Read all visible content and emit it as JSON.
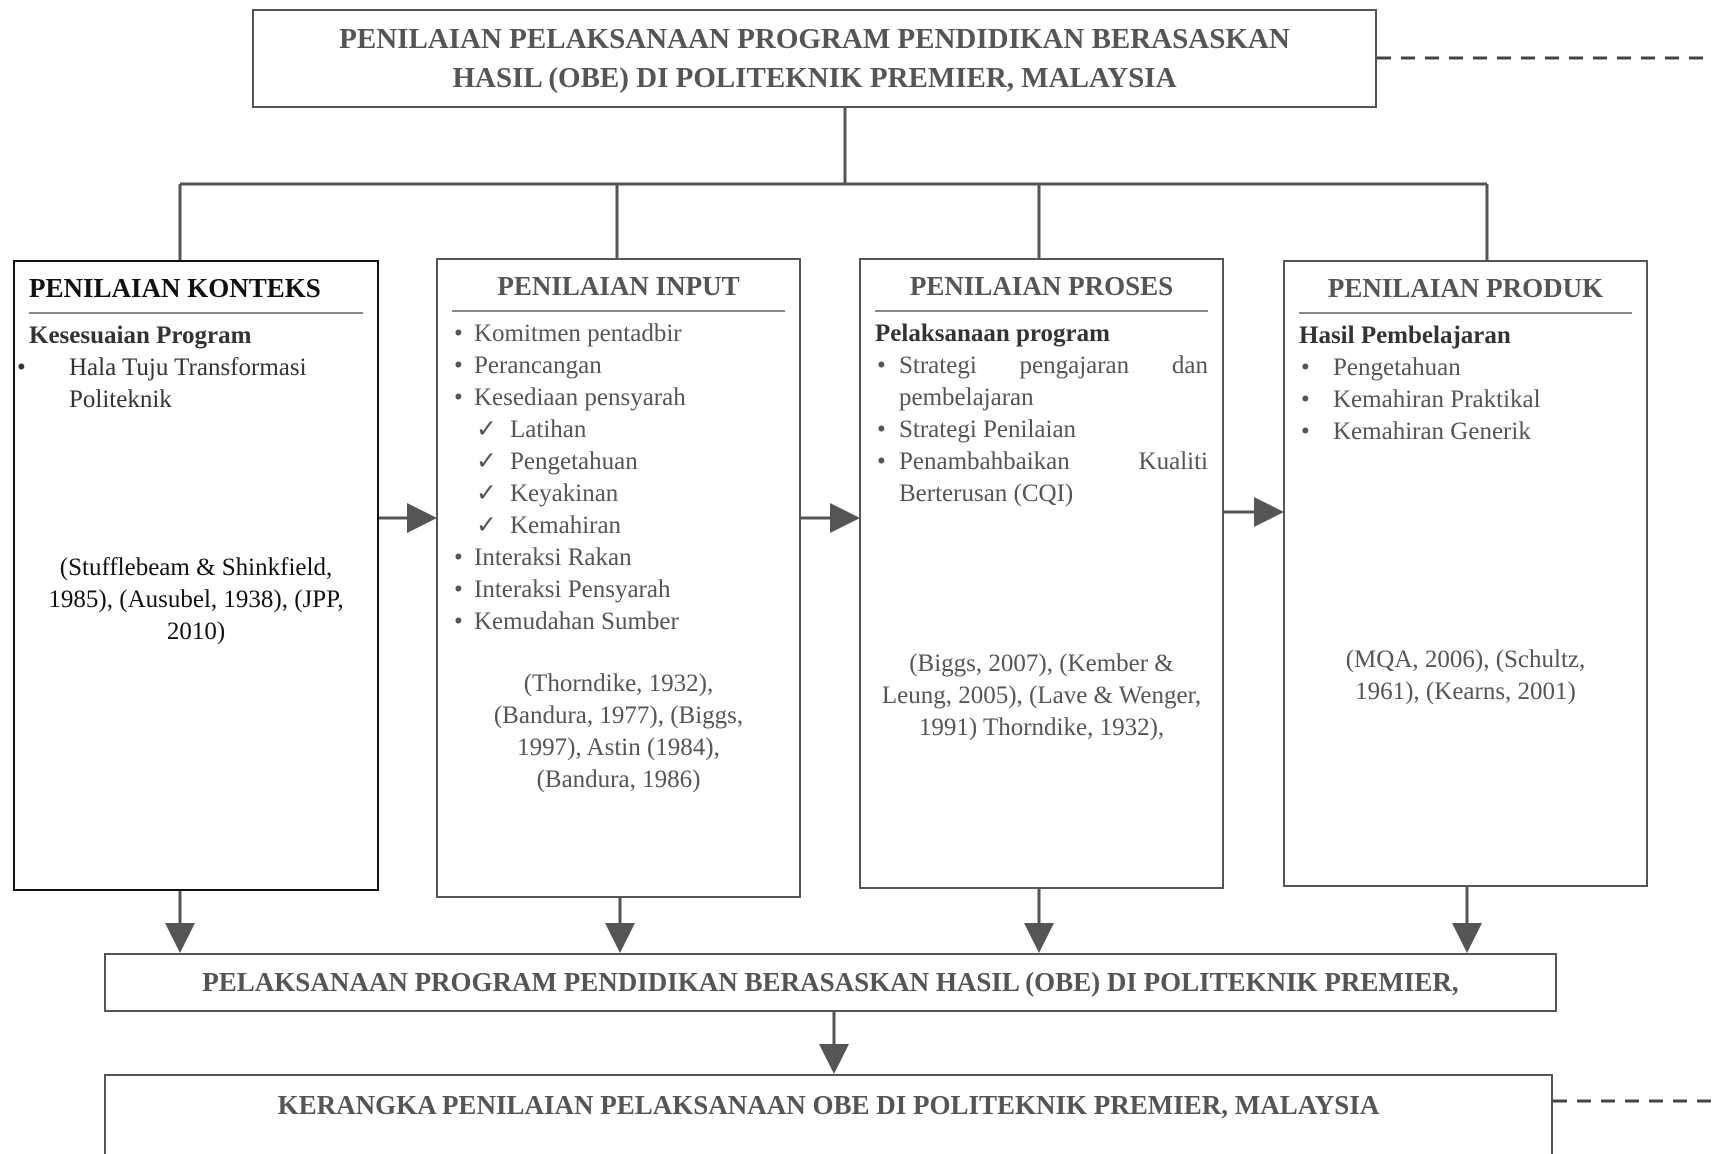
{
  "top": {
    "title_line1": "PENILAIAN PELAKSANAAN PROGRAM PENDIDIKAN BERASASKAN",
    "title_line2": "HASIL (OBE) DI POLITEKNIK PREMIER, MALAYSIA"
  },
  "konteks": {
    "heading": "PENILAIAN KONTEKS",
    "subheading": "Kesesuaian Program",
    "items": [
      "Hala Tuju Transformasi Politeknik"
    ],
    "refs": "(Stufflebeam & Shinkfield, 1985), (Ausubel, 1938), (JPP, 2010)"
  },
  "input": {
    "heading": "PENILAIAN INPUT",
    "items": [
      "Komitmen pentadbir",
      "Perancangan",
      "Kesediaan pensyarah"
    ],
    "checks": [
      "Latihan",
      "Pengetahuan",
      "Keyakinan",
      "Kemahiran"
    ],
    "items2": [
      "Interaksi Rakan",
      "Interaksi Pensyarah",
      "Kemudahan Sumber"
    ],
    "refs": "(Thorndike, 1932), (Bandura, 1977), (Biggs, 1997), Astin (1984), (Bandura, 1986)"
  },
  "proses": {
    "heading": "PENILAIAN PROSES",
    "subheading": "Pelaksanaan program",
    "items": [
      "Strategi pengajaran dan pembelajaran",
      "Strategi Penilaian",
      "Penambahbaikan Kualiti Berterusan (CQI)"
    ],
    "refs": "(Biggs, 2007), (Kember & Leung, 2005), (Lave & Wenger, 1991) Thorndike, 1932),"
  },
  "produk": {
    "heading": "PENILAIAN PRODUK",
    "subheading": "Hasil Pembelajaran",
    "items": [
      "Pengetahuan",
      "Kemahiran Praktikal",
      "Kemahiran Generik"
    ],
    "refs": "(MQA, 2006), (Schultz, 1961), (Kearns, 2001)"
  },
  "pelaksanaan": {
    "text": "PELAKSANAAN PROGRAM PENDIDIKAN BERASASKAN HASIL (OBE) DI POLITEKNIK PREMIER,"
  },
  "kerangka": {
    "text": "KERANGKA PENILAIAN PELAKSANAAN OBE DI POLITEKNIK PREMIER, MALAYSIA"
  }
}
